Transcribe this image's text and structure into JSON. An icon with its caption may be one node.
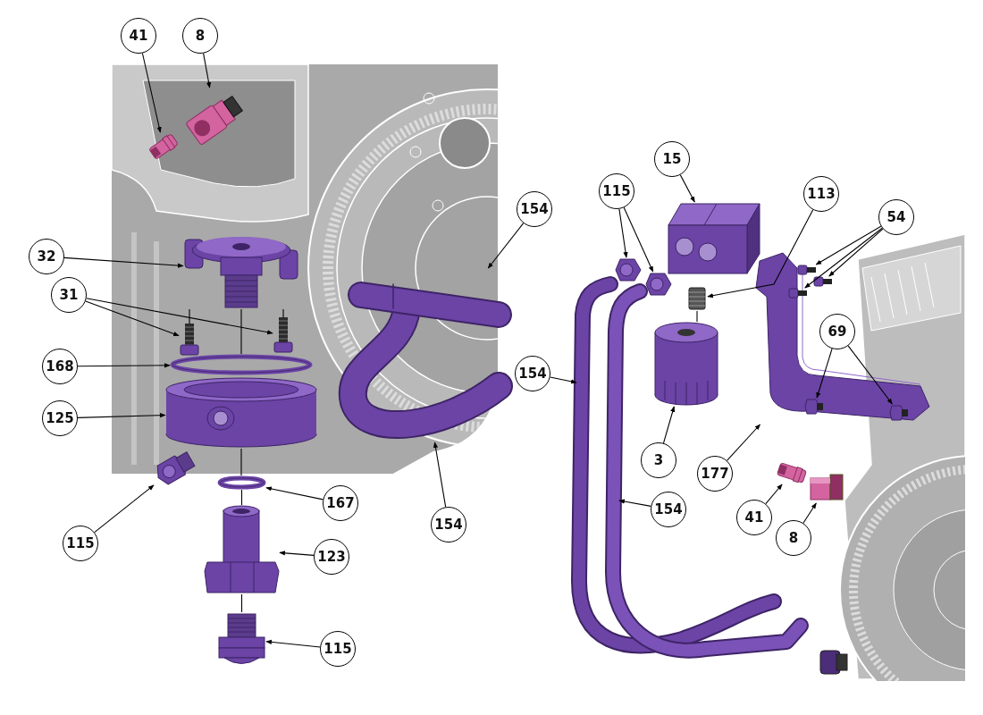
{
  "diagram": {
    "nodes": [
      {
        "text": [
          "41"
        ]
      },
      {
        "text": [
          "8"
        ]
      },
      {
        "text": [],
        "shape": "picture"
      },
      {
        "text": [],
        "shape": "picture"
      },
      {
        "text": [
          "32"
        ]
      },
      {
        "text": [],
        "shape": "picture"
      },
      {
        "text": [
          "31"
        ]
      },
      {
        "text": [],
        "shape": "picture"
      },
      {
        "text": [],
        "shape": "picture"
      },
      {
        "text": [
          "168"
        ]
      },
      {
        "text": [],
        "shape": "ring"
      },
      {
        "text": [
          "125"
        ]
      },
      {
        "text": [],
        "shape": "picture"
      },
      {
        "text": [
          "115"
        ]
      },
      {
        "text": [],
        "shape": "picture"
      },
      {
        "text": [
          "167"
        ]
      },
      {
        "text": [],
        "shape": "ring"
      },
      {
        "text": [
          "123"
        ]
      },
      {
        "text": [],
        "shape": "picture"
      },
      {
        "text": [
          "115"
        ]
      },
      {
        "text": [],
        "shape": "picture"
      },
      {
        "text": [
          "154"
        ]
      },
      {
        "text": [],
        "shape": "picture"
      },
      {
        "text": [
          "154"
        ]
      },
      {
        "text": [
          "15"
        ]
      },
      {
        "text": [],
        "shape": "picture"
      },
      {
        "text": [
          "115"
        ]
      },
      {
        "text": [],
        "shape": "picture"
      },
      {
        "text": [],
        "shape": "picture"
      },
      {
        "text": [
          "113"
        ]
      },
      {
        "text": [],
        "shape": "picture"
      },
      {
        "text": [
          "54"
        ]
      },
      {
        "text": [
          "3"
        ]
      },
      {
        "text": [],
        "shape": "cylinder"
      },
      {
        "text": [
          "154"
        ]
      },
      {
        "text": [
          "154"
        ]
      },
      {
        "text": [
          "177"
        ]
      },
      {
        "text": [],
        "shape": "picture"
      },
      {
        "text": [],
        "shape": "hexagon",
        "in": 37
      },
      {
        "text": [],
        "shape": "hexagon",
        "in": 37
      },
      {
        "text": [],
        "shape": "hexagon",
        "in": 37
      },
      {
        "text": [
          "69"
        ]
      },
      {
        "text": [],
        "shape": "hexagon",
        "in": 37
      },
      {
        "text": [],
        "shape": "hexagon",
        "in": 37
      },
      {
        "text": [
          "41"
        ]
      },
      {
        "text": [
          "8"
        ]
      },
      {
        "text": [],
        "shape": "picture"
      },
      {
        "text": [],
        "shape": "picture"
      }
    ],
    "edges": [
      {
        "from": 0,
        "to": 2,
        "arrow": "to"
      },
      {
        "from": 1,
        "to": 3,
        "arrow": "to"
      },
      {
        "from": 4,
        "to": 5,
        "arrow": "to"
      },
      {
        "from": 6,
        "to": 7,
        "arrow": "to"
      },
      {
        "from": 6,
        "to": 8,
        "arrow": "to"
      },
      {
        "from": 9,
        "to": 10,
        "arrow": "to"
      },
      {
        "from": 11,
        "to": 12,
        "arrow": "to"
      },
      {
        "from": 13,
        "to": 14,
        "arrow": "to"
      },
      {
        "from": 15,
        "to": 16,
        "arrow": "to"
      },
      {
        "from": 17,
        "to": 18,
        "arrow": "to"
      },
      {
        "from": 19,
        "to": 20,
        "arrow": "to"
      },
      {
        "from": 21,
        "to": 22,
        "arrow": "to"
      },
      {
        "from": 23,
        "to": 22,
        "arrow": "to"
      },
      {
        "from": 24,
        "to": 25,
        "arrow": "to"
      },
      {
        "from": 26,
        "to": 27,
        "arrow": "to"
      },
      {
        "from": 26,
        "to": 28,
        "arrow": "to"
      },
      {
        "from": 29,
        "to": 30,
        "arrow": "to"
      },
      {
        "from": 31,
        "to": 38,
        "arrow": "to"
      },
      {
        "from": 31,
        "to": 39,
        "arrow": "to"
      },
      {
        "from": 31,
        "to": 40,
        "arrow": "to"
      },
      {
        "from": 32,
        "to": 33,
        "arrow": "to"
      },
      {
        "from": 34,
        "to": null,
        "arrow": "to"
      },
      {
        "from": 35,
        "to": null,
        "arrow": "to"
      },
      {
        "from": 36,
        "to": 37,
        "arrow": "to"
      },
      {
        "from": 41,
        "to": 42,
        "arrow": "to"
      },
      {
        "from": 41,
        "to": 43,
        "arrow": "to"
      },
      {
        "from": 44,
        "to": 46,
        "arrow": "to"
      },
      {
        "from": 45,
        "to": 47,
        "arrow": "to"
      },
      {
        "from": 7,
        "to": 5,
        "arrow": "none"
      },
      {
        "from": 8,
        "to": 5,
        "arrow": "none"
      },
      {
        "from": 5,
        "to": 10,
        "arrow": "none"
      },
      {
        "from": 12,
        "to": 16,
        "arrow": "none"
      },
      {
        "from": 16,
        "to": 18,
        "arrow": "none"
      },
      {
        "from": 18,
        "to": 20,
        "arrow": "none"
      },
      {
        "from": 30,
        "to": 33,
        "arrow": "none"
      }
    ]
  }
}
